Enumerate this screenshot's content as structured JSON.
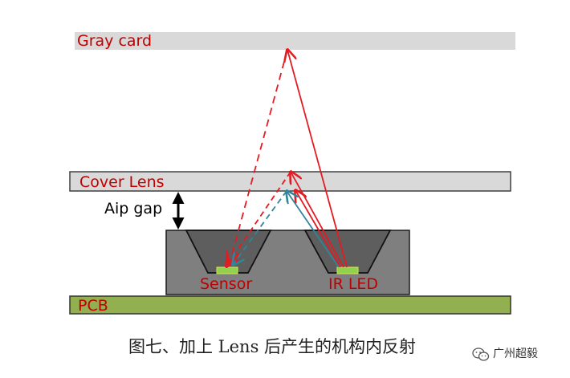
{
  "diagram": {
    "labels": {
      "gray_card": "Gray card",
      "cover_lens": "Cover Lens",
      "air_gap": "Aip gap",
      "sensor": "Sensor",
      "ir_led": "IR LED",
      "pcb": "PCB"
    },
    "caption": "图七、加上 Lens 后产生的机构内反射",
    "watermark": "广州超毅"
  },
  "colors": {
    "gray_card": "#d9d9d9",
    "cover_lens": "#d9d9d9",
    "module_body": "#7f7f7f",
    "pcb": "#92b050",
    "chip": "#92d050",
    "ray_red": "#e31b23",
    "ray_teal": "#31849b",
    "label_red": "#c00000"
  },
  "icons": [
    "wechat-icon",
    "double-arrow-icon"
  ]
}
